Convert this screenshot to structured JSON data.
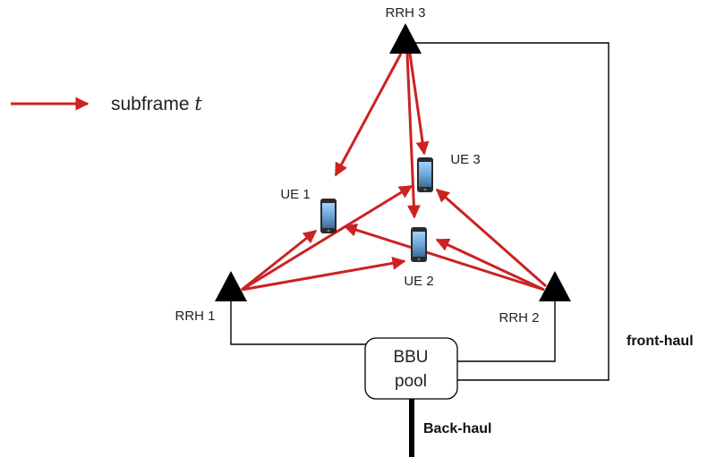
{
  "legend": {
    "text": "subframe ",
    "var": "t",
    "arrow_color": "#cc2222"
  },
  "rrh": [
    {
      "id": "rrh3",
      "label": "RRH 3"
    },
    {
      "id": "rrh1",
      "label": "RRH 1"
    },
    {
      "id": "rrh2",
      "label": "RRH 2"
    }
  ],
  "ue": [
    {
      "id": "ue1",
      "label": "UE 1"
    },
    {
      "id": "ue2",
      "label": "UE 2"
    },
    {
      "id": "ue3",
      "label": "UE 3"
    }
  ],
  "bbu": {
    "line1": "BBU",
    "line2": "pool"
  },
  "links": {
    "fronthaul": "front-haul",
    "backhaul": "Back-haul"
  },
  "colors": {
    "arrow": "#cc2222",
    "line": "#000000",
    "phone": "#2b2b2b"
  },
  "icons": {
    "antenna": "rrh-antenna-icon",
    "phone": "smartphone-icon"
  }
}
